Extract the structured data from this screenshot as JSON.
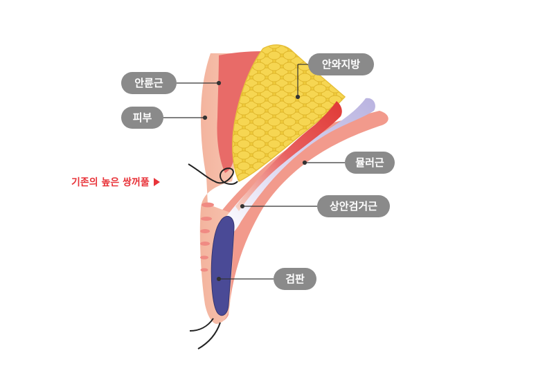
{
  "labels": {
    "orbicularis": "안륜근",
    "skin": "피부",
    "orbital_fat": "안와지방",
    "muller": "뮬러근",
    "levator": "상안검거근",
    "tarsus": "검판"
  },
  "callout": {
    "existing_high_fold": "기존의 높은 쌍꺼풀"
  },
  "colors": {
    "skin": "#f5b29b",
    "muscle": "#e86b68",
    "fat": "#f1cd3c",
    "levator": "#c9c4e6",
    "tarsus": "#4a4a96",
    "label_bg": "#8a8a8a",
    "callout": "#e8343a"
  }
}
